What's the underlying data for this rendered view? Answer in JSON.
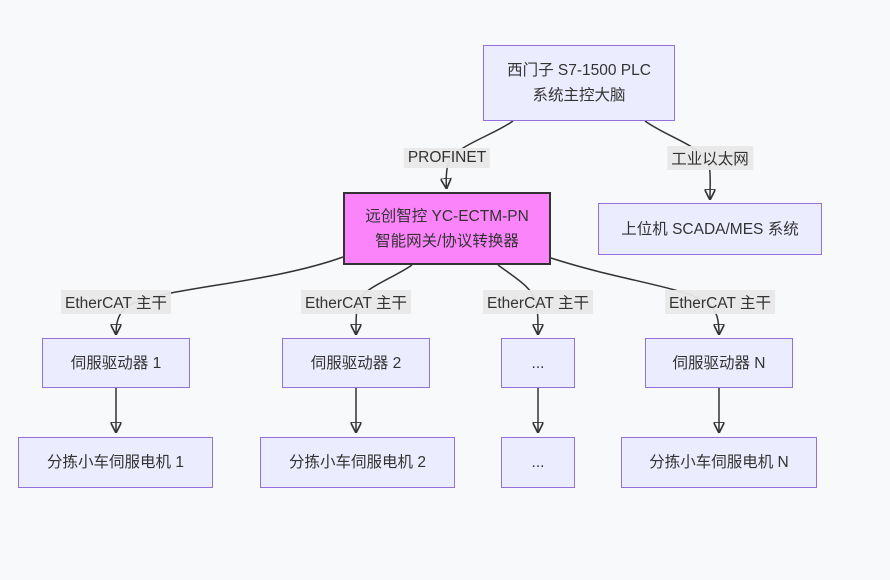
{
  "diagram": {
    "title": "PLC sorting-system network topology flowchart",
    "colors": {
      "background": "#f8f9fa",
      "node_fill": "#ECECFF",
      "node_border": "#9370DB",
      "gateway_fill": "#fb84fb",
      "gateway_border": "#333333",
      "edge_color": "#333333",
      "edge_label_bg": "#e8e8e8",
      "text_color": "#333333"
    },
    "nodes": {
      "plc": {
        "line1": "西门子 S7-1500 PLC",
        "line2": "系统主控大脑"
      },
      "gateway": {
        "line1": "远创智控 YC-ECTM-PN",
        "line2": "智能网关/协议转换器"
      },
      "scada": {
        "label": "上位机 SCADA/MES 系统"
      },
      "drive1": {
        "label": "伺服驱动器 1"
      },
      "drive2": {
        "label": "伺服驱动器 2"
      },
      "drive3": {
        "label": "..."
      },
      "drive4": {
        "label": "伺服驱动器 N"
      },
      "motor1": {
        "label": "分拣小车伺服电机 1"
      },
      "motor2": {
        "label": "分拣小车伺服电机 2"
      },
      "motor3": {
        "label": "..."
      },
      "motor4": {
        "label": "分拣小车伺服电机 N"
      }
    },
    "edge_labels": {
      "profinet": "PROFINET",
      "industrial_ethernet": "工业以太网",
      "ethercat1": "EtherCAT 主干",
      "ethercat2": "EtherCAT 主干",
      "ethercat3": "EtherCAT 主干",
      "ethercat4": "EtherCAT 主干"
    },
    "edges": [
      {
        "from": "plc",
        "to": "gateway",
        "label": "PROFINET"
      },
      {
        "from": "plc",
        "to": "scada",
        "label": "工业以太网"
      },
      {
        "from": "gateway",
        "to": "drive1",
        "label": "EtherCAT 主干"
      },
      {
        "from": "gateway",
        "to": "drive2",
        "label": "EtherCAT 主干"
      },
      {
        "from": "gateway",
        "to": "drive3",
        "label": "EtherCAT 主干"
      },
      {
        "from": "gateway",
        "to": "drive4",
        "label": "EtherCAT 主干"
      },
      {
        "from": "drive1",
        "to": "motor1",
        "label": ""
      },
      {
        "from": "drive2",
        "to": "motor2",
        "label": ""
      },
      {
        "from": "drive3",
        "to": "motor3",
        "label": ""
      },
      {
        "from": "drive4",
        "to": "motor4",
        "label": ""
      }
    ]
  }
}
